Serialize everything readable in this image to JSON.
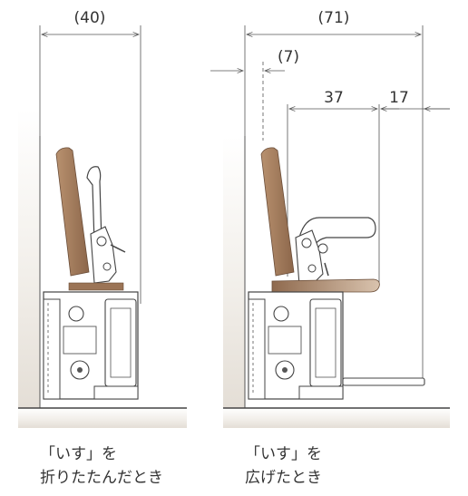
{
  "left_figure": {
    "width_dimension": "(40)",
    "caption_line1": "「いす」を",
    "caption_line2": "折りたたんだとき"
  },
  "right_figure": {
    "overall_dimension": "(71)",
    "offset_dimension": "(7)",
    "seat_dimension": "37",
    "extension_dimension": "17",
    "caption_line1": "「いす」を",
    "caption_line2": "広げたとき"
  },
  "colors": {
    "line": "#555555",
    "backrest": "#a07a5c",
    "seat": "#8f6a4e",
    "wall": "#e9e4dd",
    "floor": "#666666"
  }
}
